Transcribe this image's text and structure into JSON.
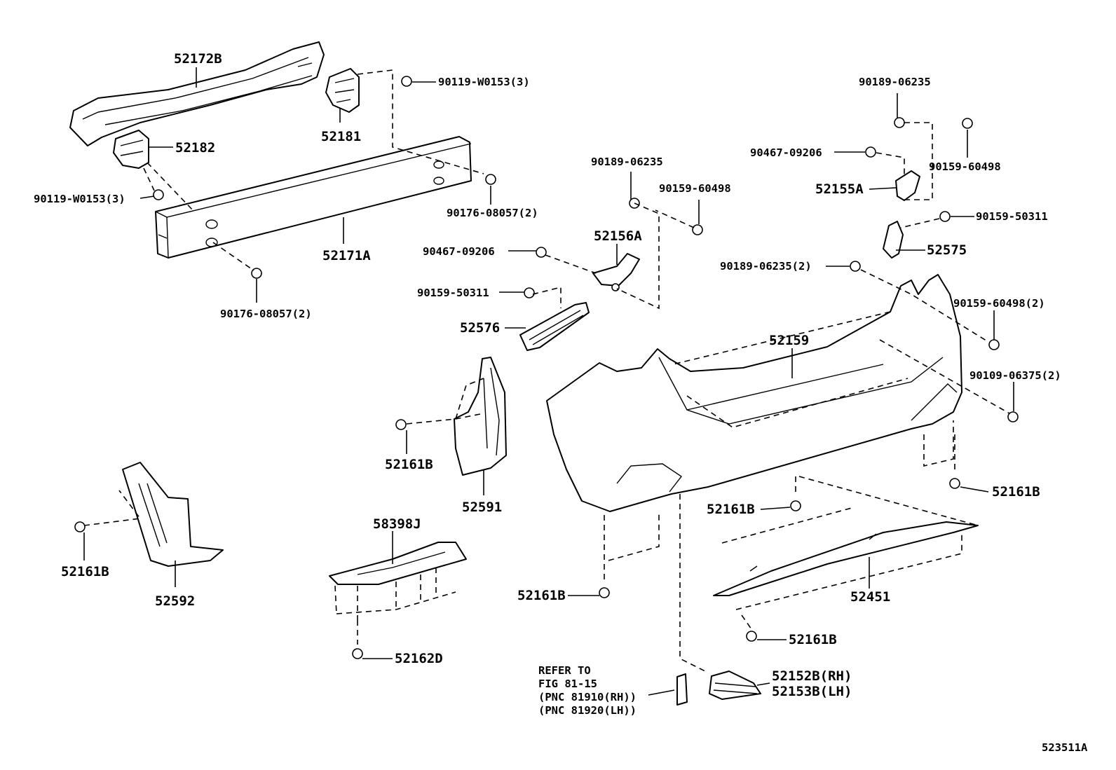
{
  "labels": {
    "p52172B": "52172B",
    "p90119_top": "90119-W0153(3)",
    "p52181": "52181",
    "p52182": "52182",
    "p90119_left": "90119-W0153(3)",
    "p90176_right": "90176-08057(2)",
    "p52171A": "52171A",
    "p90176_bottom": "90176-08057(2)",
    "p90189_mid": "90189-06235",
    "p90159_60498_mid": "90159-60498",
    "p52156A": "52156A",
    "p90467_mid": "90467-09206",
    "p90159_50311_mid": "90159-50311",
    "p52576": "52576",
    "p90189_top": "90189-06235",
    "p90467_top": "90467-09206",
    "p90159_60498_top": "90159-60498",
    "p52155A": "52155A",
    "p90159_50311_right": "90159-50311",
    "p52575": "52575",
    "p90189_2": "90189-06235(2)",
    "p90159_60498_2": "90159-60498(2)",
    "p52159": "52159",
    "p90109": "90109-06375(2)",
    "p52161B_a": "52161B",
    "p52591": "52591",
    "p52161B_b": "52161B",
    "p52161B_c": "52161B",
    "p52161B_d": "52161B",
    "p52592": "52592",
    "p58398J": "58398J",
    "p52162D": "52162D",
    "p52161B_e": "52161B",
    "p52451": "52451",
    "p52161B_f": "52161B",
    "p52152B": "52152B(RH)",
    "p52153B": "52153B(LH)",
    "refer1": "REFER TO",
    "refer2": "FIG 81-15",
    "refer3": "(PNC 81910(RH))",
    "refer4": "(PNC 81920(LH))",
    "figure_id": "523511A"
  }
}
